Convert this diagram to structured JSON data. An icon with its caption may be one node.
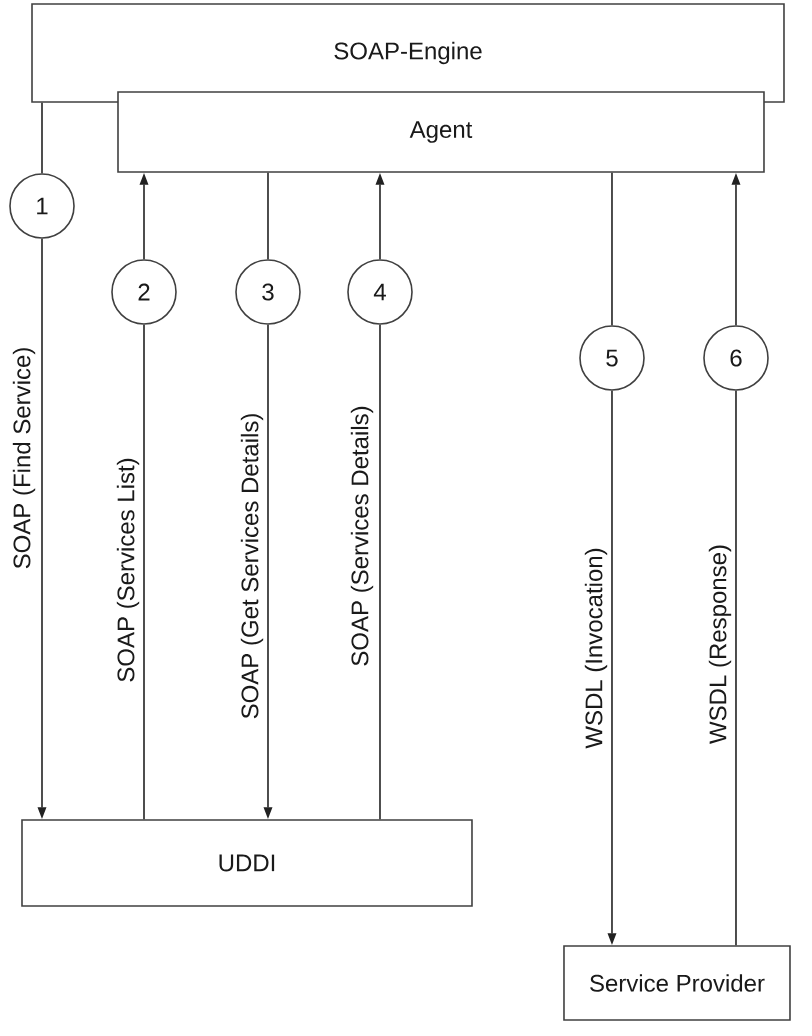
{
  "diagram": {
    "nodes": [
      {
        "text": [
          "SOAP-Engine"
        ]
      },
      {
        "text": [
          "Agent"
        ]
      },
      {
        "text": [
          "1"
        ]
      },
      {
        "text": [
          "2"
        ]
      },
      {
        "text": [
          "3"
        ]
      },
      {
        "text": [
          "4"
        ]
      },
      {
        "text": [
          "5"
        ]
      },
      {
        "text": [
          "6"
        ]
      },
      {
        "text": [
          "UDDI"
        ]
      },
      {
        "text": [
          "Service Provider"
        ]
      }
    ],
    "edges": [
      {
        "from": 0,
        "to": 2,
        "arrow": "none"
      },
      {
        "from": 2,
        "to": 8,
        "arrow": "to",
        "label": "SOAP (Find Service)"
      },
      {
        "from": 8,
        "to": 3,
        "arrow": "none",
        "label": "SOAP (Services List)"
      },
      {
        "from": 3,
        "to": 1,
        "arrow": "to"
      },
      {
        "from": 1,
        "to": 4,
        "arrow": "none"
      },
      {
        "from": 4,
        "to": 8,
        "arrow": "to",
        "label": "SOAP (Get Services Details)"
      },
      {
        "from": 8,
        "to": 5,
        "arrow": "none",
        "label": "SOAP (Services Details)"
      },
      {
        "from": 5,
        "to": 1,
        "arrow": "to"
      },
      {
        "from": 1,
        "to": 6,
        "arrow": "none"
      },
      {
        "from": 6,
        "to": 9,
        "arrow": "to",
        "label": "WSDL (Invocation)"
      },
      {
        "from": 9,
        "to": 7,
        "arrow": "none",
        "label": "WSDL (Response)"
      },
      {
        "from": 7,
        "to": 1,
        "arrow": "to"
      }
    ]
  }
}
